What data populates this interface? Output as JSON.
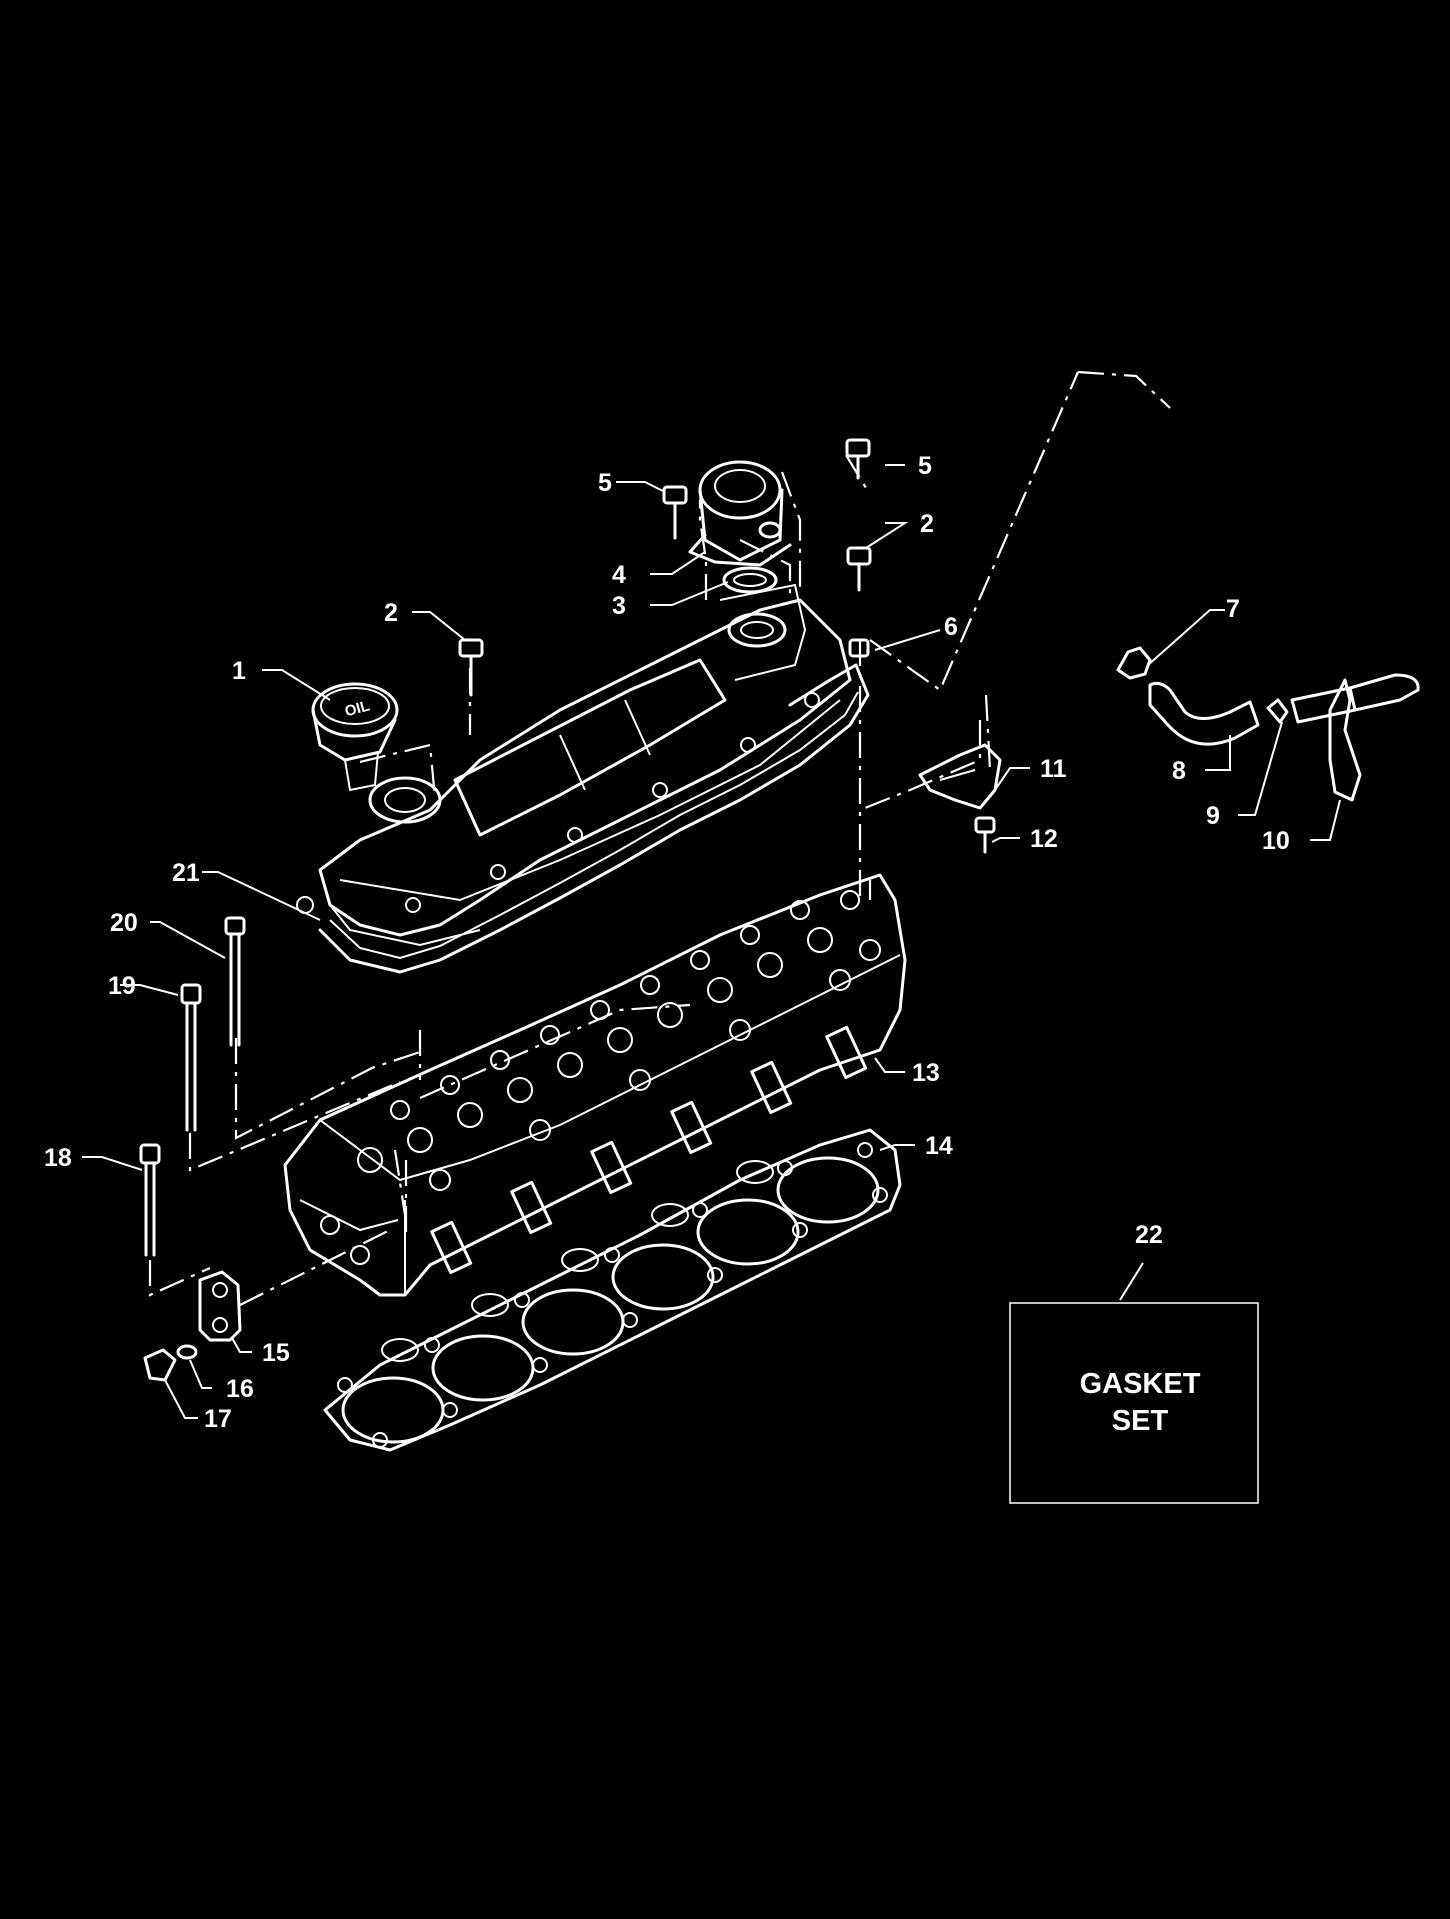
{
  "callouts": {
    "c1": "1",
    "c2a": "2",
    "c2b": "2",
    "c3": "3",
    "c4": "4",
    "c5a": "5",
    "c5b": "5",
    "c6": "6",
    "c7": "7",
    "c8": "8",
    "c9": "9",
    "c10": "10",
    "c11": "11",
    "c12": "12",
    "c13": "13",
    "c14": "14",
    "c15": "15",
    "c16": "16",
    "c17": "17",
    "c18": "18",
    "c19": "19",
    "c20": "20",
    "c21": "21",
    "c22": "22"
  },
  "gasket_box": {
    "line1": "GASKET",
    "line2": "SET"
  },
  "cap_text": "OIL",
  "colors": {
    "background": "#000000",
    "lines": "#ffffff"
  }
}
